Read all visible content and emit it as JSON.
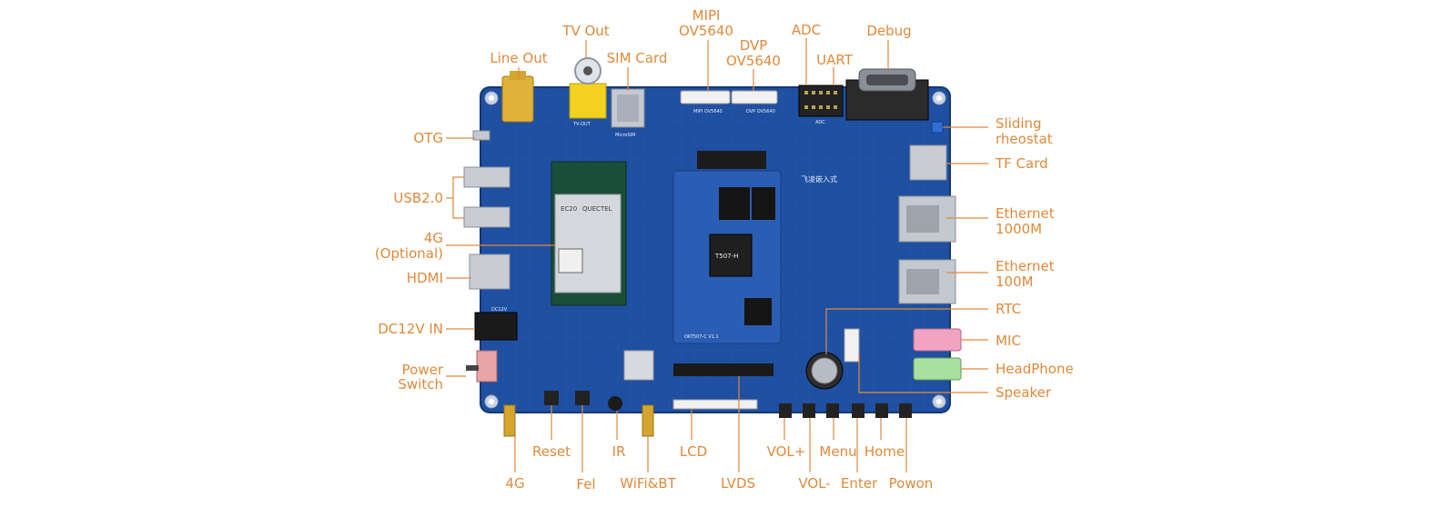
{
  "colors": {
    "label": "#e0893a",
    "line": "#e0893a",
    "pcb": "#1f4fa0",
    "pcb_dark": "#163b7c",
    "module": "#2a5db4",
    "background": "#ffffff"
  },
  "board": {
    "silkscreen_tv": "TV-OUT",
    "silkscreen_micro_sim": "MicroSIM",
    "silkscreen_mipi": "MIPI OV5640",
    "silkscreen_dvp": "DVP OV5640",
    "silkscreen_adc": "ADC",
    "silkscreen_dc": "DC12V",
    "silkscreen_module_id": "OKT507-C V1.1",
    "silkscreen_chip": "T507-H",
    "silkscreen_brand": "飞凌嵌入式",
    "silkscreen_4g_chip": "EC20",
    "silkscreen_4g_vendor": "QUECTEL"
  },
  "labels": {
    "line_out": "Line Out",
    "tv_out": "TV Out",
    "sim_card": "SIM Card",
    "mipi_1": "MIPI",
    "mipi_2": "OV5640",
    "dvp_1": "DVP",
    "dvp_2": "OV5640",
    "adc": "ADC",
    "uart": "UART",
    "debug": "Debug",
    "sliding_1": "Sliding",
    "sliding_2": "rheostat",
    "tf_card": "TF Card",
    "eth1000_1": "Ethernet",
    "eth1000_2": "1000M",
    "eth100_1": "Ethernet",
    "eth100_2": "100M",
    "rtc": "RTC",
    "mic": "MIC",
    "headphone": "HeadPhone",
    "speaker": "Speaker",
    "otg": "OTG",
    "usb": "USB2.0",
    "g4opt_1": "4G",
    "g4opt_2": "(Optional)",
    "hdmi": "HDMI",
    "dc12v": "DC12V IN",
    "power_1": "Power",
    "power_2": "Switch",
    "antenna_4g": "4G",
    "reset": "Reset",
    "fel": "Fel",
    "ir": "IR",
    "wifi_bt": "WiFi&BT",
    "lcd": "LCD",
    "lvds": "LVDS",
    "vol_plus": "VOL+",
    "vol_minus": "VOL-",
    "menu": "Menu",
    "enter": "Enter",
    "home": "Home",
    "powon": "Powon"
  }
}
